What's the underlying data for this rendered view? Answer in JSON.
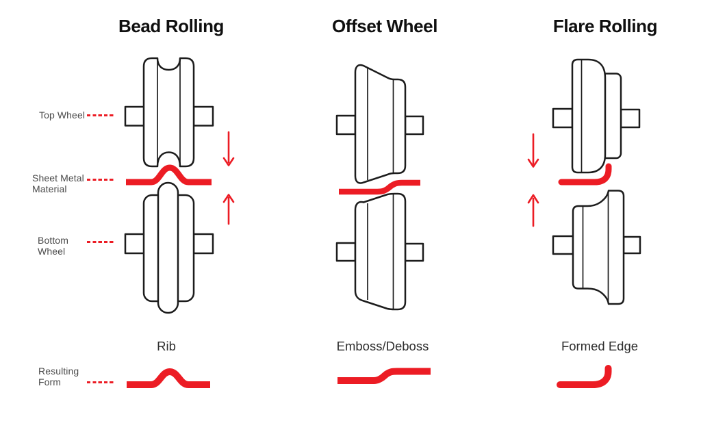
{
  "page": {
    "background": "#ffffff"
  },
  "colors": {
    "outline": "#1c1c1c",
    "accent_red": "#ec1c24",
    "title_text": "#0f0f0f",
    "row_label_text": "#4a4a4a",
    "result_label_text": "#2e2e2e"
  },
  "columns": [
    {
      "title": "Bead Rolling",
      "result_label": "Rib"
    },
    {
      "title": "Offset Wheel",
      "result_label": "Emboss/Deboss"
    },
    {
      "title": "Flare Rolling",
      "result_label": "Formed Edge"
    }
  ],
  "row_labels": [
    {
      "lines": [
        "Top Wheel",
        ""
      ]
    },
    {
      "lines": [
        "Sheet Metal",
        "Material"
      ]
    },
    {
      "lines": [
        "Bottom",
        "Wheel"
      ]
    },
    {
      "lines": [
        "Resulting",
        "Form"
      ]
    }
  ],
  "glyphs": {
    "down_arrow": "arrow-down-icon",
    "up_arrow": "arrow-up-icon",
    "leader": "dashed-leader-line"
  }
}
